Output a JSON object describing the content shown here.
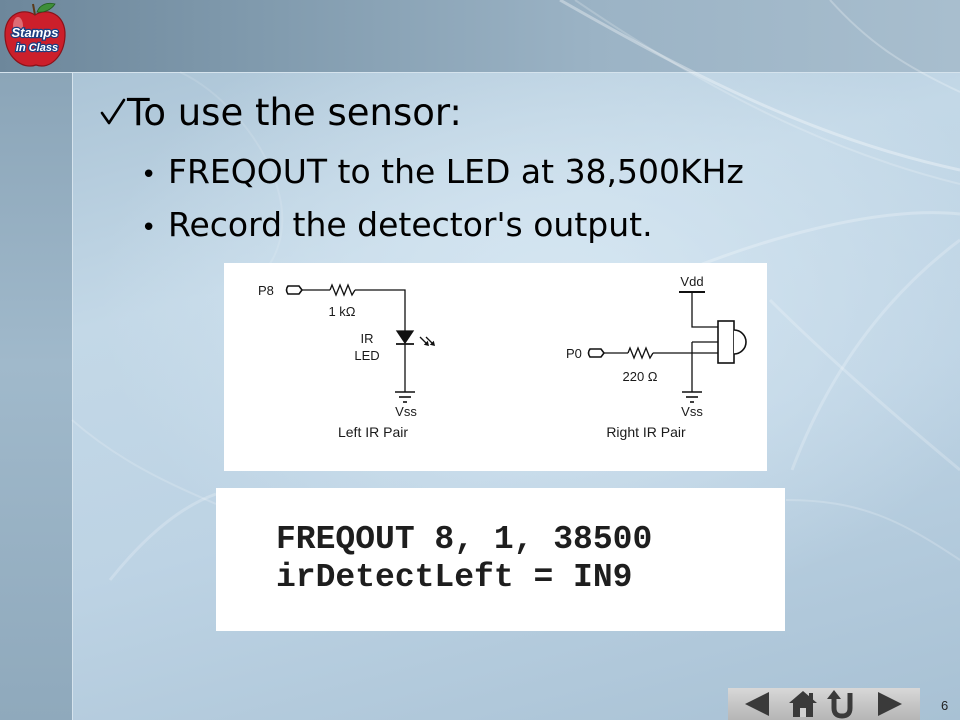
{
  "slide": {
    "logo": {
      "icon": "stamps-in-class-apple-logo",
      "line1": "Stamps",
      "line2": "in Class"
    },
    "heading_marker_icon": "checkmark-icon",
    "heading": "To use the sensor:",
    "bullet_marker": "•",
    "bullets": [
      "FREQOUT to the LED at 38,500KHz",
      "Record the detector's output."
    ],
    "page_number": "6"
  },
  "circuit": {
    "left": {
      "pin_label": "P8",
      "resistor_label": "1 kΩ",
      "led_label_line1": "IR",
      "led_label_line2": "LED",
      "ground_label": "Vss",
      "caption": "Left IR Pair"
    },
    "right": {
      "supply_label": "Vdd",
      "pin_label": "P0",
      "resistor_label": "220 Ω",
      "ground_label": "Vss",
      "caption": "Right IR Pair"
    }
  },
  "code": {
    "lines": [
      "FREQOUT 8, 1, 38500",
      "irDetectLeft = IN9"
    ]
  },
  "nav": {
    "icons": [
      "previous-slide-icon",
      "home-icon",
      "return-icon",
      "next-slide-icon"
    ]
  },
  "colors": {
    "background": "#bcd3e3",
    "band": "#7f99ad",
    "panel": "#ffffff",
    "text": "#000000",
    "logo_red": "#cc1f2b",
    "nav_bar": "#c8c8c8",
    "nav_icon": "#3a3a3a"
  }
}
